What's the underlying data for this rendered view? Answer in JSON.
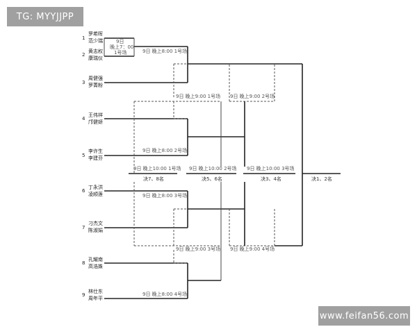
{
  "watermark_top": "TG: MYYJJPP",
  "watermark_bottom": "www.feifan56.com",
  "players": [
    {
      "seed": "1",
      "names": [
        "罗希晖",
        "范少瑞"
      ]
    },
    {
      "seed": "2",
      "names": [
        "黄志权",
        "康瑞仪"
      ]
    },
    {
      "seed": "3",
      "names": [
        "周健强",
        "罗菁粉"
      ]
    },
    {
      "seed": "4",
      "names": [
        "王伟祥",
        "邝健妍"
      ]
    },
    {
      "seed": "5",
      "names": [
        "李许生",
        "李建芬"
      ]
    },
    {
      "seed": "6",
      "names": [
        "丁永洪",
        "凌顺莲"
      ]
    },
    {
      "seed": "7",
      "names": [
        "刁杰文",
        "陈淑娟"
      ]
    },
    {
      "seed": "8",
      "names": [
        "孔耀南",
        "高浩姝"
      ]
    },
    {
      "seed": "9",
      "names": [
        "林仕东",
        "周年平"
      ]
    }
  ],
  "matches": {
    "m1": [
      "9日",
      "晚上7：00",
      "1号场"
    ],
    "m2": "9日 晚上8:00 1号场",
    "m3": "9日 晚上8:00 2号场",
    "m4": "9日 晚上8:00 3号场",
    "m5": "9日 晚上8:00 4号场",
    "m6": "9日 晚上9:00 1号场",
    "m7": "9日 晚上9:00 2号场",
    "m8": "9日 晚上9:00 3号场",
    "m9": "9日 晚上9:00 4号场",
    "p78": "9日 晚上10:00 1号场",
    "p56": "9日 晚上10:00 2号场",
    "p34": "9日 晚上10:00 3号场"
  },
  "placements": {
    "p78": "决7、8名",
    "p56": "决5、6名",
    "p34": "决3、4名",
    "p12": "决1、2名"
  }
}
